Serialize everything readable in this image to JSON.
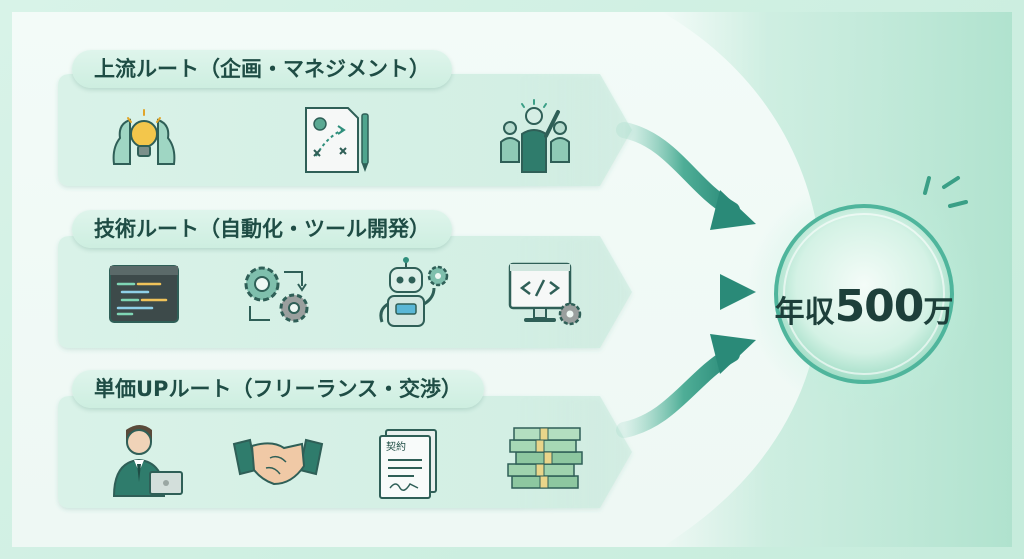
{
  "routes": [
    {
      "title": "上流ルート（企画・マネジメント）",
      "icons": [
        "lightbulb-heads-icon",
        "strategy-plan-document-icon",
        "leader-team-icon"
      ]
    },
    {
      "title": "技術ルート（自動化・ツール開発）",
      "icons": [
        "code-editor-icon",
        "gears-process-icon",
        "robot-icon",
        "monitor-code-icon"
      ]
    },
    {
      "title": "単価UPルート（フリーランス・交渉）",
      "icons": [
        "businessman-laptop-icon",
        "handshake-icon",
        "contract-document-icon",
        "money-stack-icon"
      ]
    }
  ],
  "goal": {
    "prefix": "年収",
    "number": "500",
    "suffix": "万"
  },
  "colors": {
    "accent": "#2f8f7c",
    "arrow": "#2a8a78",
    "panel": "#d6f1e6",
    "title_pill": "#d2efe3",
    "text": "#1f4d45"
  }
}
